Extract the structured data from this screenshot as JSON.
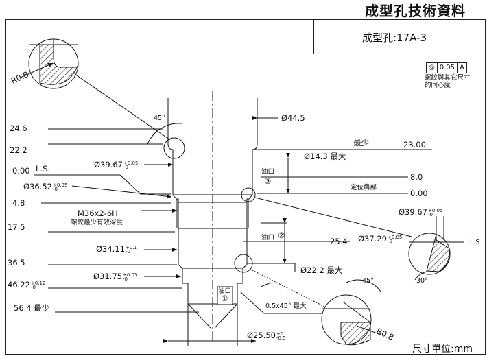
{
  "title": "成型孔技術資料",
  "part": {
    "label": "成型孔:17A-3"
  },
  "units": "尺寸單位:mm",
  "control_frame": {
    "symbol": "concentricity-icon",
    "tolerance": "0.05",
    "datum": "A",
    "note_line1": "螺紋與其它尺寸",
    "note_line2": "的同心度"
  },
  "left_dims": {
    "d1": "24.6",
    "d2": "22.2",
    "d3": "0.00",
    "d3_ref": "L.S.",
    "d4_dia": "Ø36.52",
    "d4_tol_up": "+0.05",
    "d4_tol_low": "-0",
    "d5": "4.8",
    "d6": "17.5",
    "d7": "36.5",
    "d8": "46.22",
    "d8_tol_up": "+0.12",
    "d8_tol_low": "-0",
    "d9": "56.4 最少"
  },
  "dia_labels": {
    "top": "Ø44.5",
    "d3967": "Ø39.67",
    "d3967_up": "+0.05",
    "d3967_low": "-0",
    "thread": "M36x2-6H",
    "thread_note": "螺紋最少有效深度",
    "d3411": "Ø34.11",
    "d3411_up": "+0.1",
    "d3411_low": "-0",
    "d3175": "Ø31.75",
    "d3175_up": "+0.05",
    "d3175_low": "-0",
    "bottom": "Ø25.50",
    "bottom_up": "+0",
    "bottom_low": "-0.5"
  },
  "right_dims": {
    "min_label": "最少",
    "v2300": "23.00",
    "d143": "Ø14.3 最大",
    "oil": "油口",
    "port3": "③",
    "v80": "8.0",
    "seat_label": "定位肩部",
    "v000": "0.00",
    "port2": "②",
    "v254": "25.4",
    "d3729": "Ø37.29",
    "d3729_up": "+0.05",
    "d3729_low": "-0",
    "d222": "Ø22.2 最大",
    "port1": "①",
    "chamfer": "0.5x45° 最大"
  },
  "detail_views": {
    "top_radius": "R0.8",
    "top_angle": "45°",
    "right_dia": "Ø39.67",
    "right_up": "+0.05",
    "right_low": "-0",
    "right_ls": "L.S",
    "right_angle": "30°",
    "bottom_angle": "45°",
    "bottom_radius": "R0.8"
  }
}
